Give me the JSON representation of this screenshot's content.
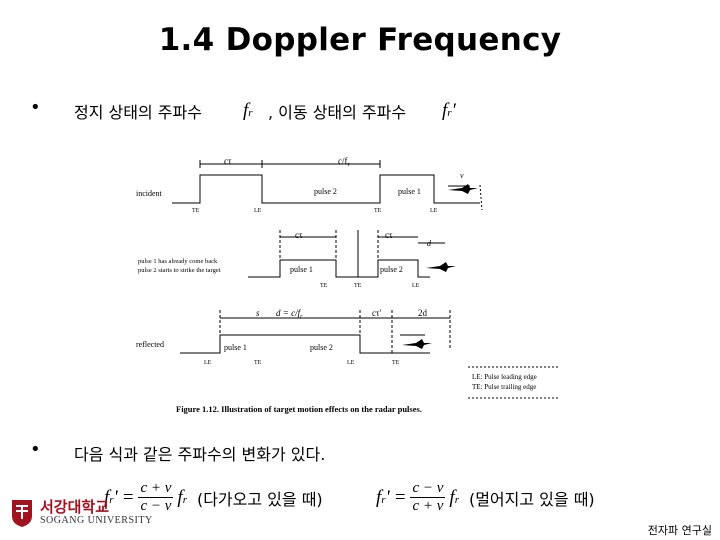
{
  "title": "1.4 Doppler Frequency",
  "bullet1": {
    "prefix": "정지 상태의 주파수",
    "sym1": "f",
    "sub1": "r",
    "middle": ", 이동 상태의 주파수",
    "sym2": "f",
    "sub2": "r",
    "prime": "'"
  },
  "figure": {
    "row1_label": "incident",
    "pulse1_note_line1": "pulse 1 has already come back",
    "pulse1_note_line2": "pulse 2 starts to strike the target",
    "row3_label": "reflected",
    "pulse1": "pulse 1",
    "pulse2": "pulse 2",
    "ctau": "cτ",
    "ctau_prime": "cτ'",
    "c_over_fr": "c/f",
    "c_over_fr_sub": "r",
    "v": "v",
    "d": "d",
    "two_d": "2d",
    "s_label": "s",
    "d_eq": "d = c/f",
    "d_eq_sub": "r",
    "te": "TE",
    "le": "LE",
    "legend_le": "LE: Pulse leading edge",
    "legend_te": "TE: Pulse trailing edge",
    "caption": "Figure 1.12. Illustration of target motion effects on the radar pulses."
  },
  "bullet2": "다음 식과 같은 주파수의 변화가 있다.",
  "formula1": {
    "lhs": "f",
    "lhs_sub": "r",
    "lhs_prime": "'",
    "num": "c + v",
    "den": "c − v",
    "rhs": "f",
    "rhs_sub": "r",
    "note": "(다가오고 있을 때)"
  },
  "formula2": {
    "lhs": "f",
    "lhs_sub": "r",
    "lhs_prime": "'",
    "num": "c − v",
    "den": "c + v",
    "rhs": "f",
    "rhs_sub": "r",
    "note": "(멀어지고 있을 때)"
  },
  "logo": {
    "korean": "서강대학교",
    "english": "SOGANG UNIVERSITY",
    "accent": "#a3121f"
  },
  "footer": "전자파 연구실"
}
